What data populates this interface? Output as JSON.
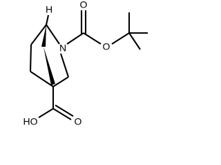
{
  "molecule": {
    "atoms": {
      "stereo_h": "H",
      "nitrogen": "N",
      "carbonyl_oxygen_boc": "O",
      "ester_oxygen_boc": "O",
      "acid_carbonyl_oxygen": "O",
      "acid_hydroxyl": "HO"
    }
  }
}
